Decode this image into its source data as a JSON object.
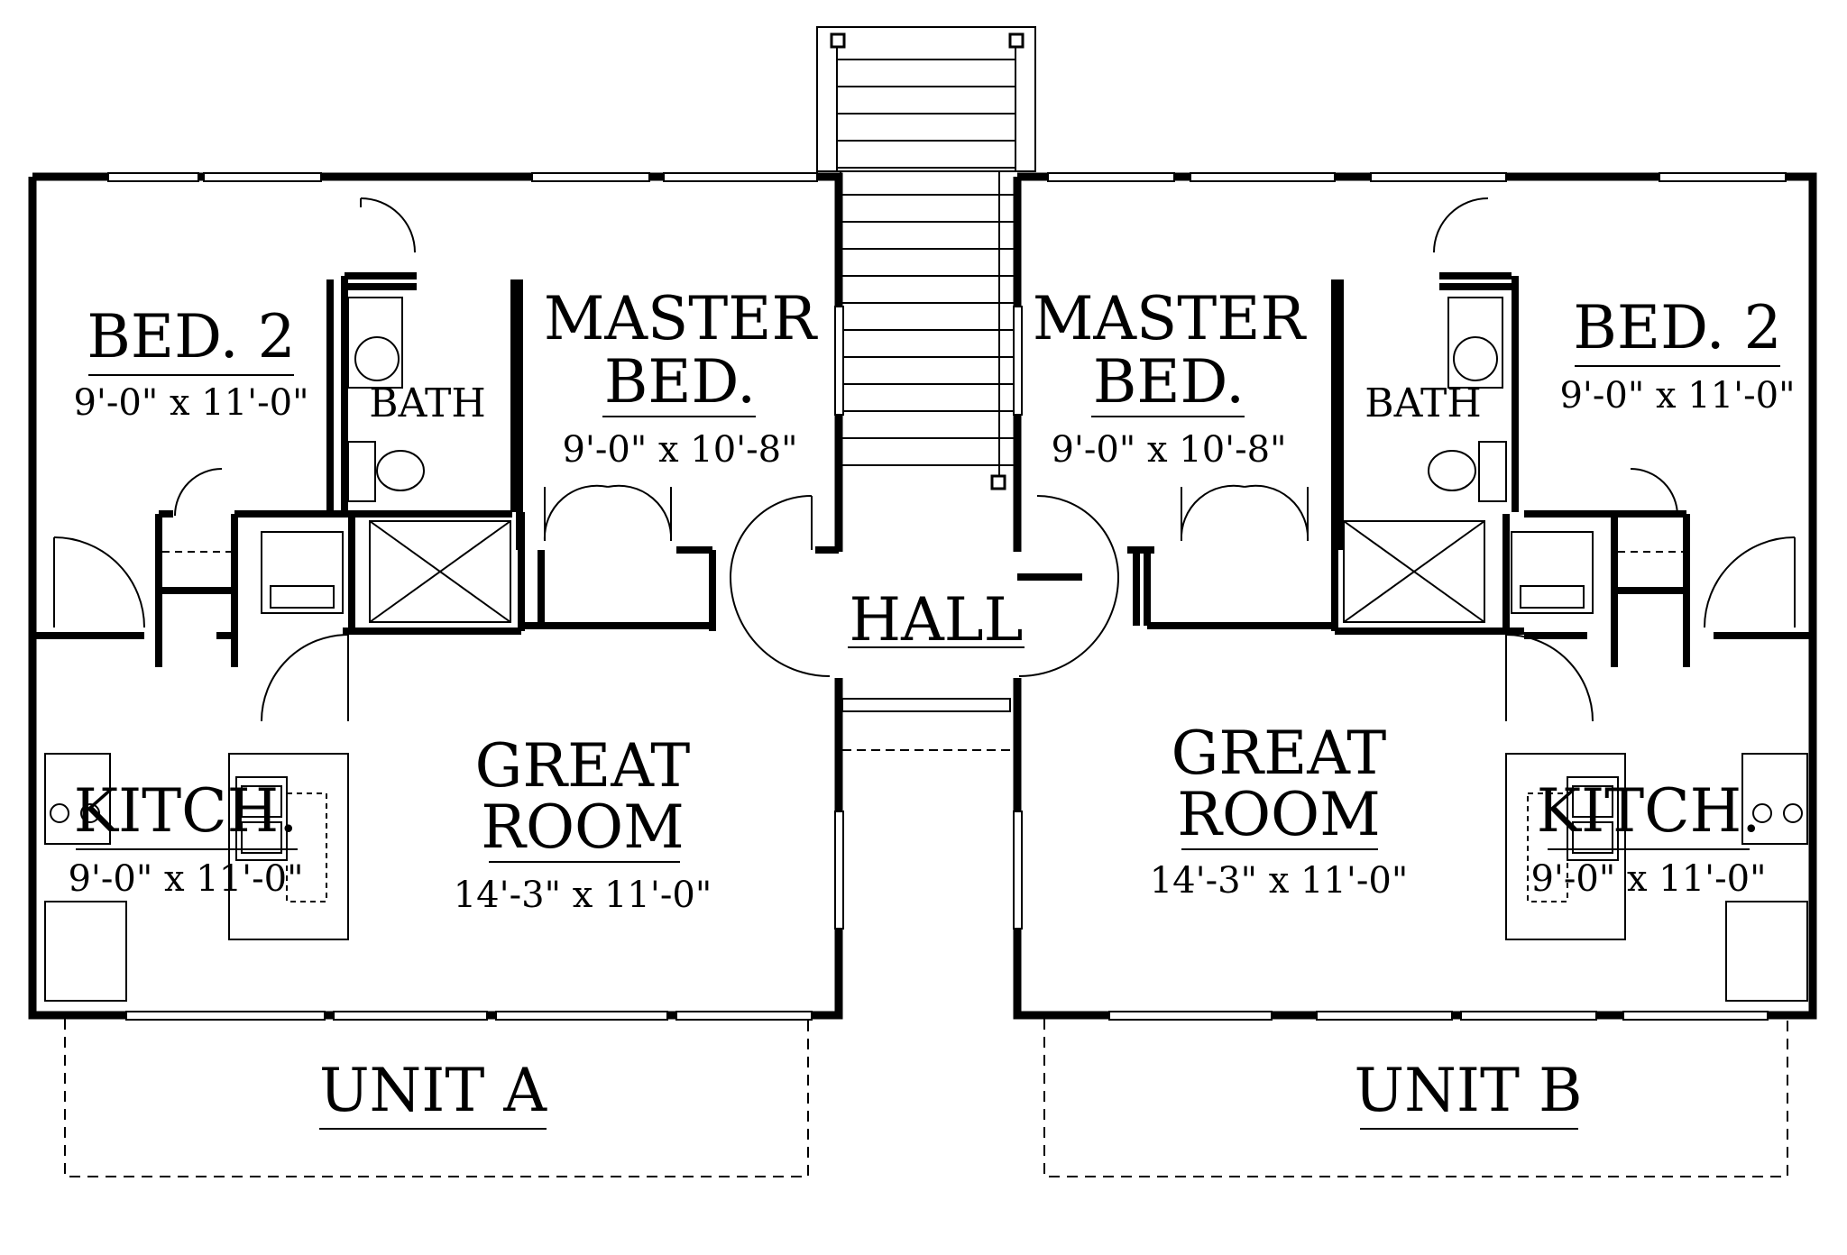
{
  "rooms": {
    "unit_a": {
      "bed2": {
        "name": "BED. 2",
        "dims": "9'-0\" x 11'-0\""
      },
      "bath": {
        "name": "BATH"
      },
      "master": {
        "line1": "MASTER",
        "line2": "BED.",
        "dims": "9'-0\" x 10'-8\""
      },
      "great": {
        "line1": "GREAT",
        "line2": "ROOM",
        "dims": "14'-3\" x 11'-0\""
      },
      "kitch": {
        "name": "KITCH.",
        "dims": "9'-0\" x 11'-0\""
      },
      "unit": "UNIT A"
    },
    "unit_b": {
      "bed2": {
        "name": "BED. 2",
        "dims": "9'-0\" x 11'-0\""
      },
      "bath": {
        "name": "BATH"
      },
      "master": {
        "line1": "MASTER",
        "line2": "BED.",
        "dims": "9'-0\" x 10'-8\""
      },
      "great": {
        "line1": "GREAT",
        "line2": "ROOM",
        "dims": "14'-3\" x 11'-0\""
      },
      "kitch": {
        "name": "KITCH.",
        "dims": "9'-0\" x 11'-0\""
      },
      "unit": "UNIT B"
    },
    "hall": "HALL"
  }
}
